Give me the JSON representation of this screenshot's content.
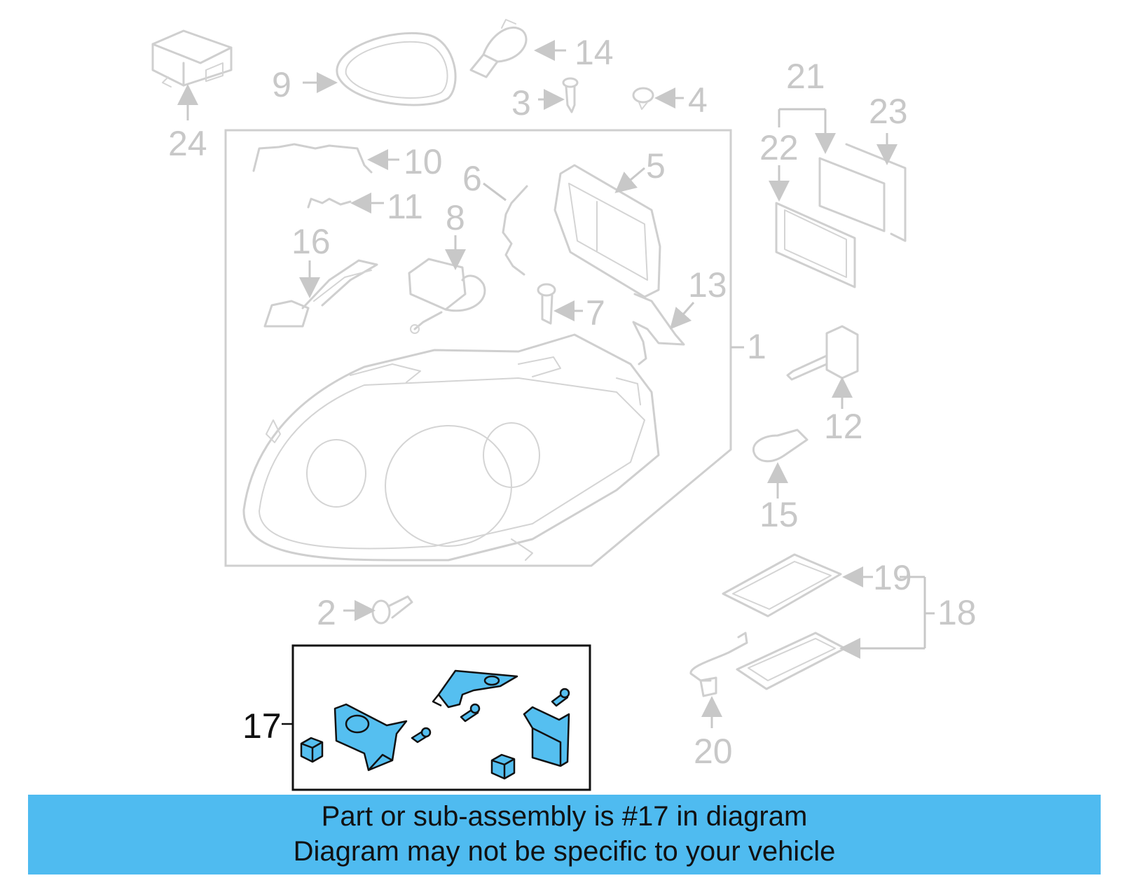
{
  "diagram": {
    "callouts": {
      "c1": "1",
      "c2": "2",
      "c3": "3",
      "c4": "4",
      "c5": "5",
      "c6": "6",
      "c7": "7",
      "c8": "8",
      "c9": "9",
      "c10": "10",
      "c11": "11",
      "c12": "12",
      "c13": "13",
      "c14": "14",
      "c15": "15",
      "c16": "16",
      "c17": "17",
      "c18": "18",
      "c19": "19",
      "c20": "20",
      "c21": "21",
      "c22": "22",
      "c23": "23",
      "c24": "24"
    },
    "highlighted_part": "17",
    "highlight_color": "#55bff0"
  },
  "banner": {
    "line1": "Part or sub-assembly is #17 in diagram",
    "line2": "Diagram may not be specific to your vehicle",
    "background": "#4fbbf0"
  }
}
